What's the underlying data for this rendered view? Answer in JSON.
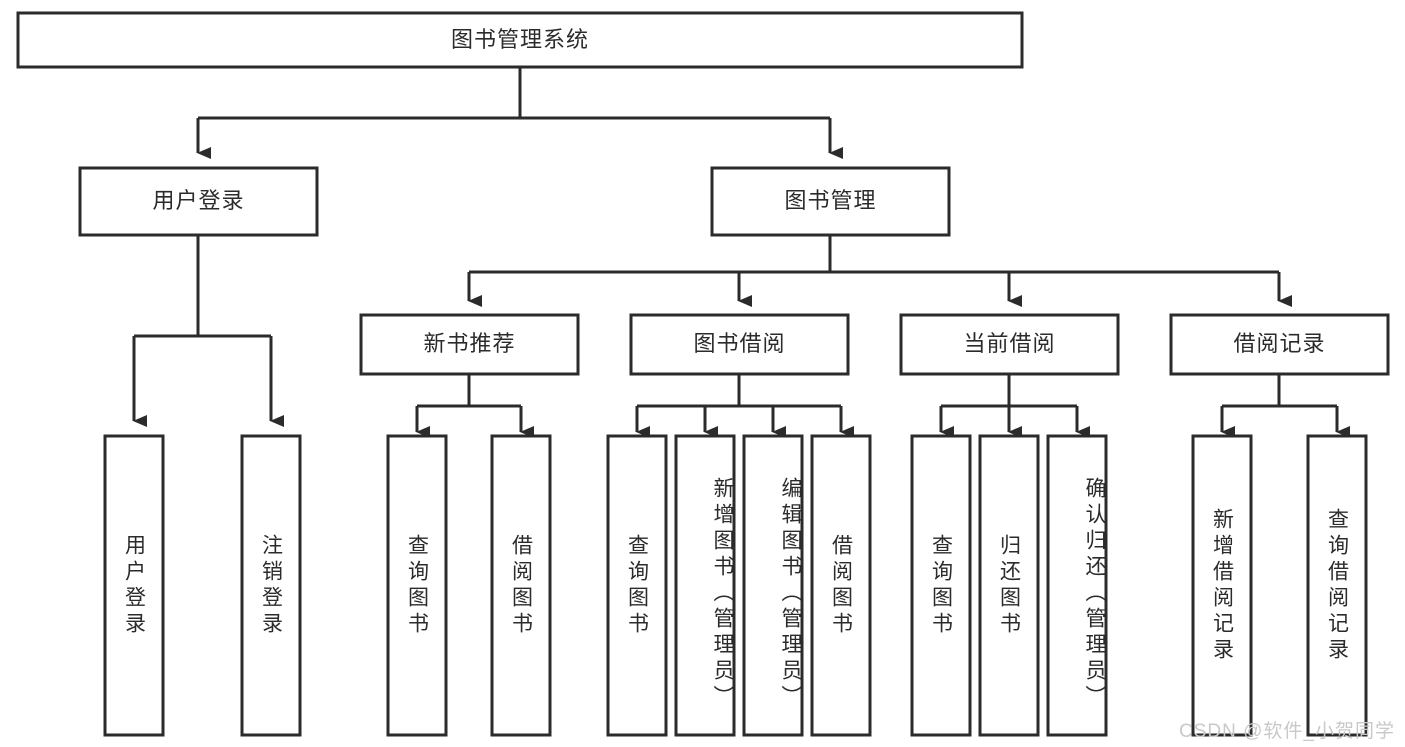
{
  "diagram": {
    "type": "tree-hierarchy-chart",
    "root": {
      "label": "图书管理系统"
    },
    "level2": [
      {
        "label": "用户登录"
      },
      {
        "label": "图书管理"
      }
    ],
    "level3": [
      {
        "label": "新书推荐"
      },
      {
        "label": "图书借阅"
      },
      {
        "label": "当前借阅"
      },
      {
        "label": "借阅记录"
      }
    ],
    "leaves": {
      "user_login": [
        {
          "label": "用户登录"
        },
        {
          "label": "注销登录"
        }
      ],
      "new_book_recommend": [
        {
          "label": "查询图书"
        },
        {
          "label": "借阅图书"
        }
      ],
      "book_borrow": [
        {
          "label": "查询图书"
        },
        {
          "label": "新增图书（管理员）"
        },
        {
          "label": "编辑图书（管理员）"
        },
        {
          "label": "借阅图书"
        }
      ],
      "current_borrow": [
        {
          "label": "查询图书"
        },
        {
          "label": "归还图书"
        },
        {
          "label": "确认归还（管理员）"
        }
      ],
      "borrow_record": [
        {
          "label": "新增借阅记录"
        },
        {
          "label": "查询借阅记录"
        }
      ]
    }
  },
  "watermark": {
    "text": "CSDN @软件_小贺同学"
  },
  "colors": {
    "box_stroke": "#2b2b2b",
    "box_fill": "#ffffff",
    "text": "#2b2b2b",
    "watermark": "#c9c9c9",
    "background": "#ffffff"
  }
}
